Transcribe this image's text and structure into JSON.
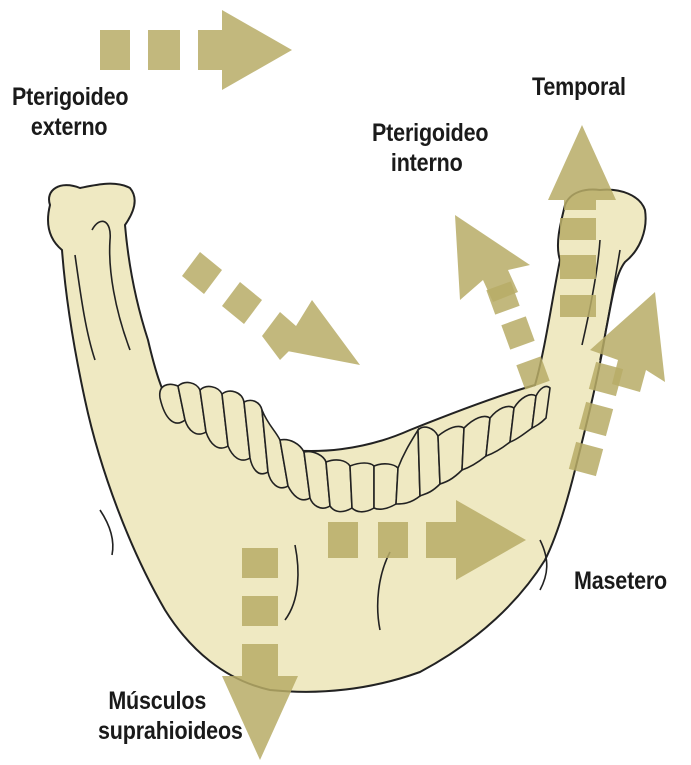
{
  "figure": {
    "colors": {
      "bone": "#efe9c2",
      "arrow": "#b7ab66",
      "outline": "#222222"
    }
  },
  "labels": {
    "pterigoideo_externo": {
      "line1": "Pterigoideo",
      "line2": "externo"
    },
    "pterigoideo_interno": {
      "line1": "Pterigoideo",
      "line2": "interno"
    },
    "temporal": "Temporal",
    "masetero": "Masetero",
    "suprahioideos": {
      "line1": "Músculos",
      "line2": "suprahioideos"
    }
  }
}
